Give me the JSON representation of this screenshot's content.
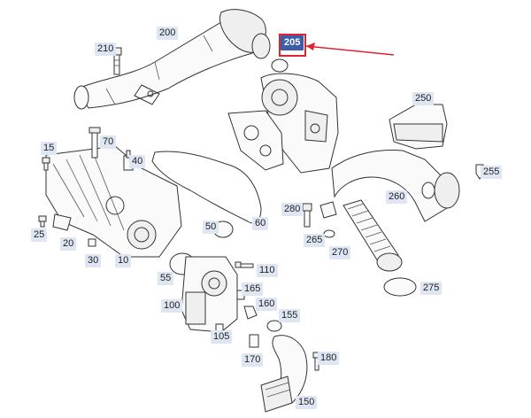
{
  "diagram": {
    "highlight": {
      "number": "205",
      "color": "#e0242b",
      "badge_color": "#3b5ea6"
    },
    "label_color": "#dde6f2",
    "parts": [
      "200",
      "210",
      "205",
      "15",
      "70",
      "40",
      "250",
      "255",
      "260",
      "280",
      "265",
      "270",
      "275",
      "25",
      "20",
      "30",
      "10",
      "50",
      "60",
      "55",
      "110",
      "165",
      "100",
      "160",
      "155",
      "105",
      "170",
      "180",
      "150"
    ]
  }
}
